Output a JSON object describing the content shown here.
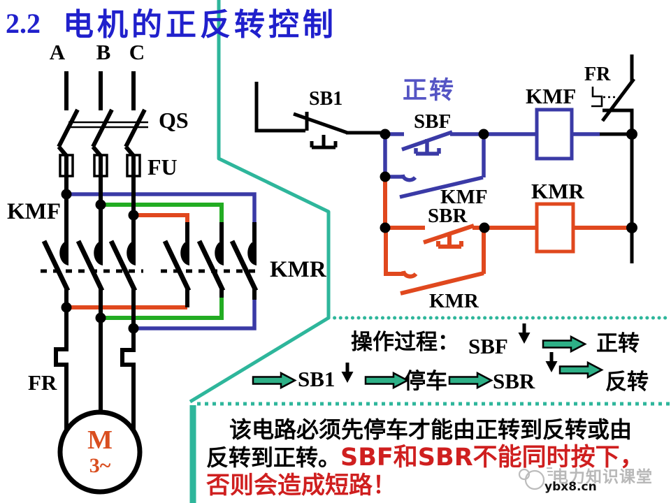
{
  "slide": {
    "title_number": "2.2",
    "title_text": "电机的正反转控制"
  },
  "power_circuit": {
    "phases": [
      "A",
      "B",
      "C"
    ],
    "isolator_label": "QS",
    "fuse_label": "FU",
    "forward_contactor_label": "KMF",
    "reverse_contactor_label": "KMR",
    "thermal_relay_label": "FR",
    "motor_symbol": "M",
    "motor_type": "3~"
  },
  "control_circuit": {
    "stop_button_label": "SB1",
    "branch_title": "正转",
    "forward_button_label": "SBF",
    "forward_latch_label": "KMF",
    "forward_coil_label": "KMF",
    "thermal_contact_label": "FR",
    "reverse_button_label": "SBR",
    "reverse_latch_label": "KMR",
    "reverse_coil_label": "KMR"
  },
  "operation": {
    "heading": "操作过程：",
    "step_forward": "SBF",
    "result_forward": "正转",
    "step_stop": "SB1",
    "result_stop": "停车",
    "step_reverse": "SBR",
    "result_reverse": "反转"
  },
  "note": {
    "line1": "该电路必须先停车才能由正转到反转或由",
    "line2_black": "反转到正转。",
    "line2_red": "SBF和SBR不能同时按下，",
    "line3_red": "否则会造成短路！"
  },
  "watermark": {
    "brand": "电力知识课堂",
    "site": "ybx8.cn"
  },
  "colors": {
    "title_blue": "#2020cc",
    "wire_blue": "#3a3aa6",
    "wire_green": "#22ac22",
    "wire_orange_red": "#e0481e",
    "teal_accent": "#2eb69b",
    "arrow_fill": "#2eb087",
    "branch_title_purple": "#5555c4",
    "warning_red": "#cf1f1f"
  }
}
